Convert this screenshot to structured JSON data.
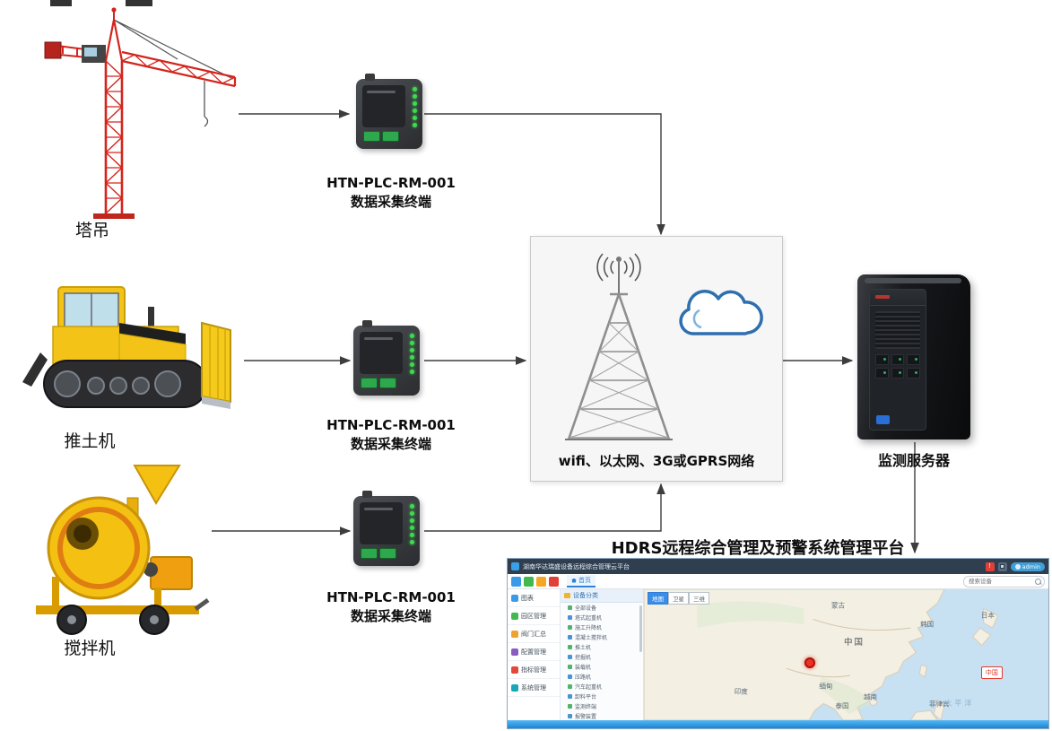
{
  "diagram": {
    "equipment": [
      {
        "label": "塔吊"
      },
      {
        "label": "推土机"
      },
      {
        "label": "搅拌机"
      }
    ],
    "terminals": [
      {
        "model": "HTN-PLC-RM-001",
        "name": "数据采集终端"
      },
      {
        "model": "HTN-PLC-RM-001",
        "name": "数据采集终端"
      },
      {
        "model": "HTN-PLC-RM-001",
        "name": "数据采集终端"
      }
    ],
    "network_label": "wifi、以太网、3G或GPRS网络",
    "server_label": "监测服务器",
    "platform_title": "HDRS远程综合管理及预警系统管理平台",
    "colors": {
      "crane_red": "#d3251c",
      "machine_yellow": "#f4c112",
      "led_green": "#3ddc4e",
      "cloud_blue": "#2e6fae",
      "arrow_gray": "#3d3d3d",
      "app_header_navy": "#2f3f50",
      "app_footer_blue": "#2196f3",
      "marker_red": "#e02b20"
    }
  },
  "app": {
    "header_title": "湖南华达瑞盛设备远程综合管理云平台",
    "user_name": "admin",
    "search_placeholder": "搜索设备",
    "home_tab": "首页",
    "menu": [
      "图表",
      "园区管理",
      "阀门汇总",
      "配置管理",
      "指标管理",
      "系统管理"
    ],
    "tree_title": "设备分类",
    "tree_items": [
      "全部设备",
      "塔式起重机",
      "施工升降机",
      "混凝土搅拌机",
      "推土机",
      "挖掘机",
      "装载机",
      "压路机",
      "汽车起重机",
      "卸料平台",
      "监测终端",
      "报警装置"
    ],
    "map": {
      "controls": [
        "地图",
        "卫星",
        "三维"
      ],
      "labels": [
        "蒙古",
        "中国",
        "韩国",
        "日本",
        "印度",
        "缅甸",
        "泰国",
        "越南",
        "菲律宾"
      ],
      "ocean_label": "太平洋",
      "region_box": "中国"
    }
  }
}
